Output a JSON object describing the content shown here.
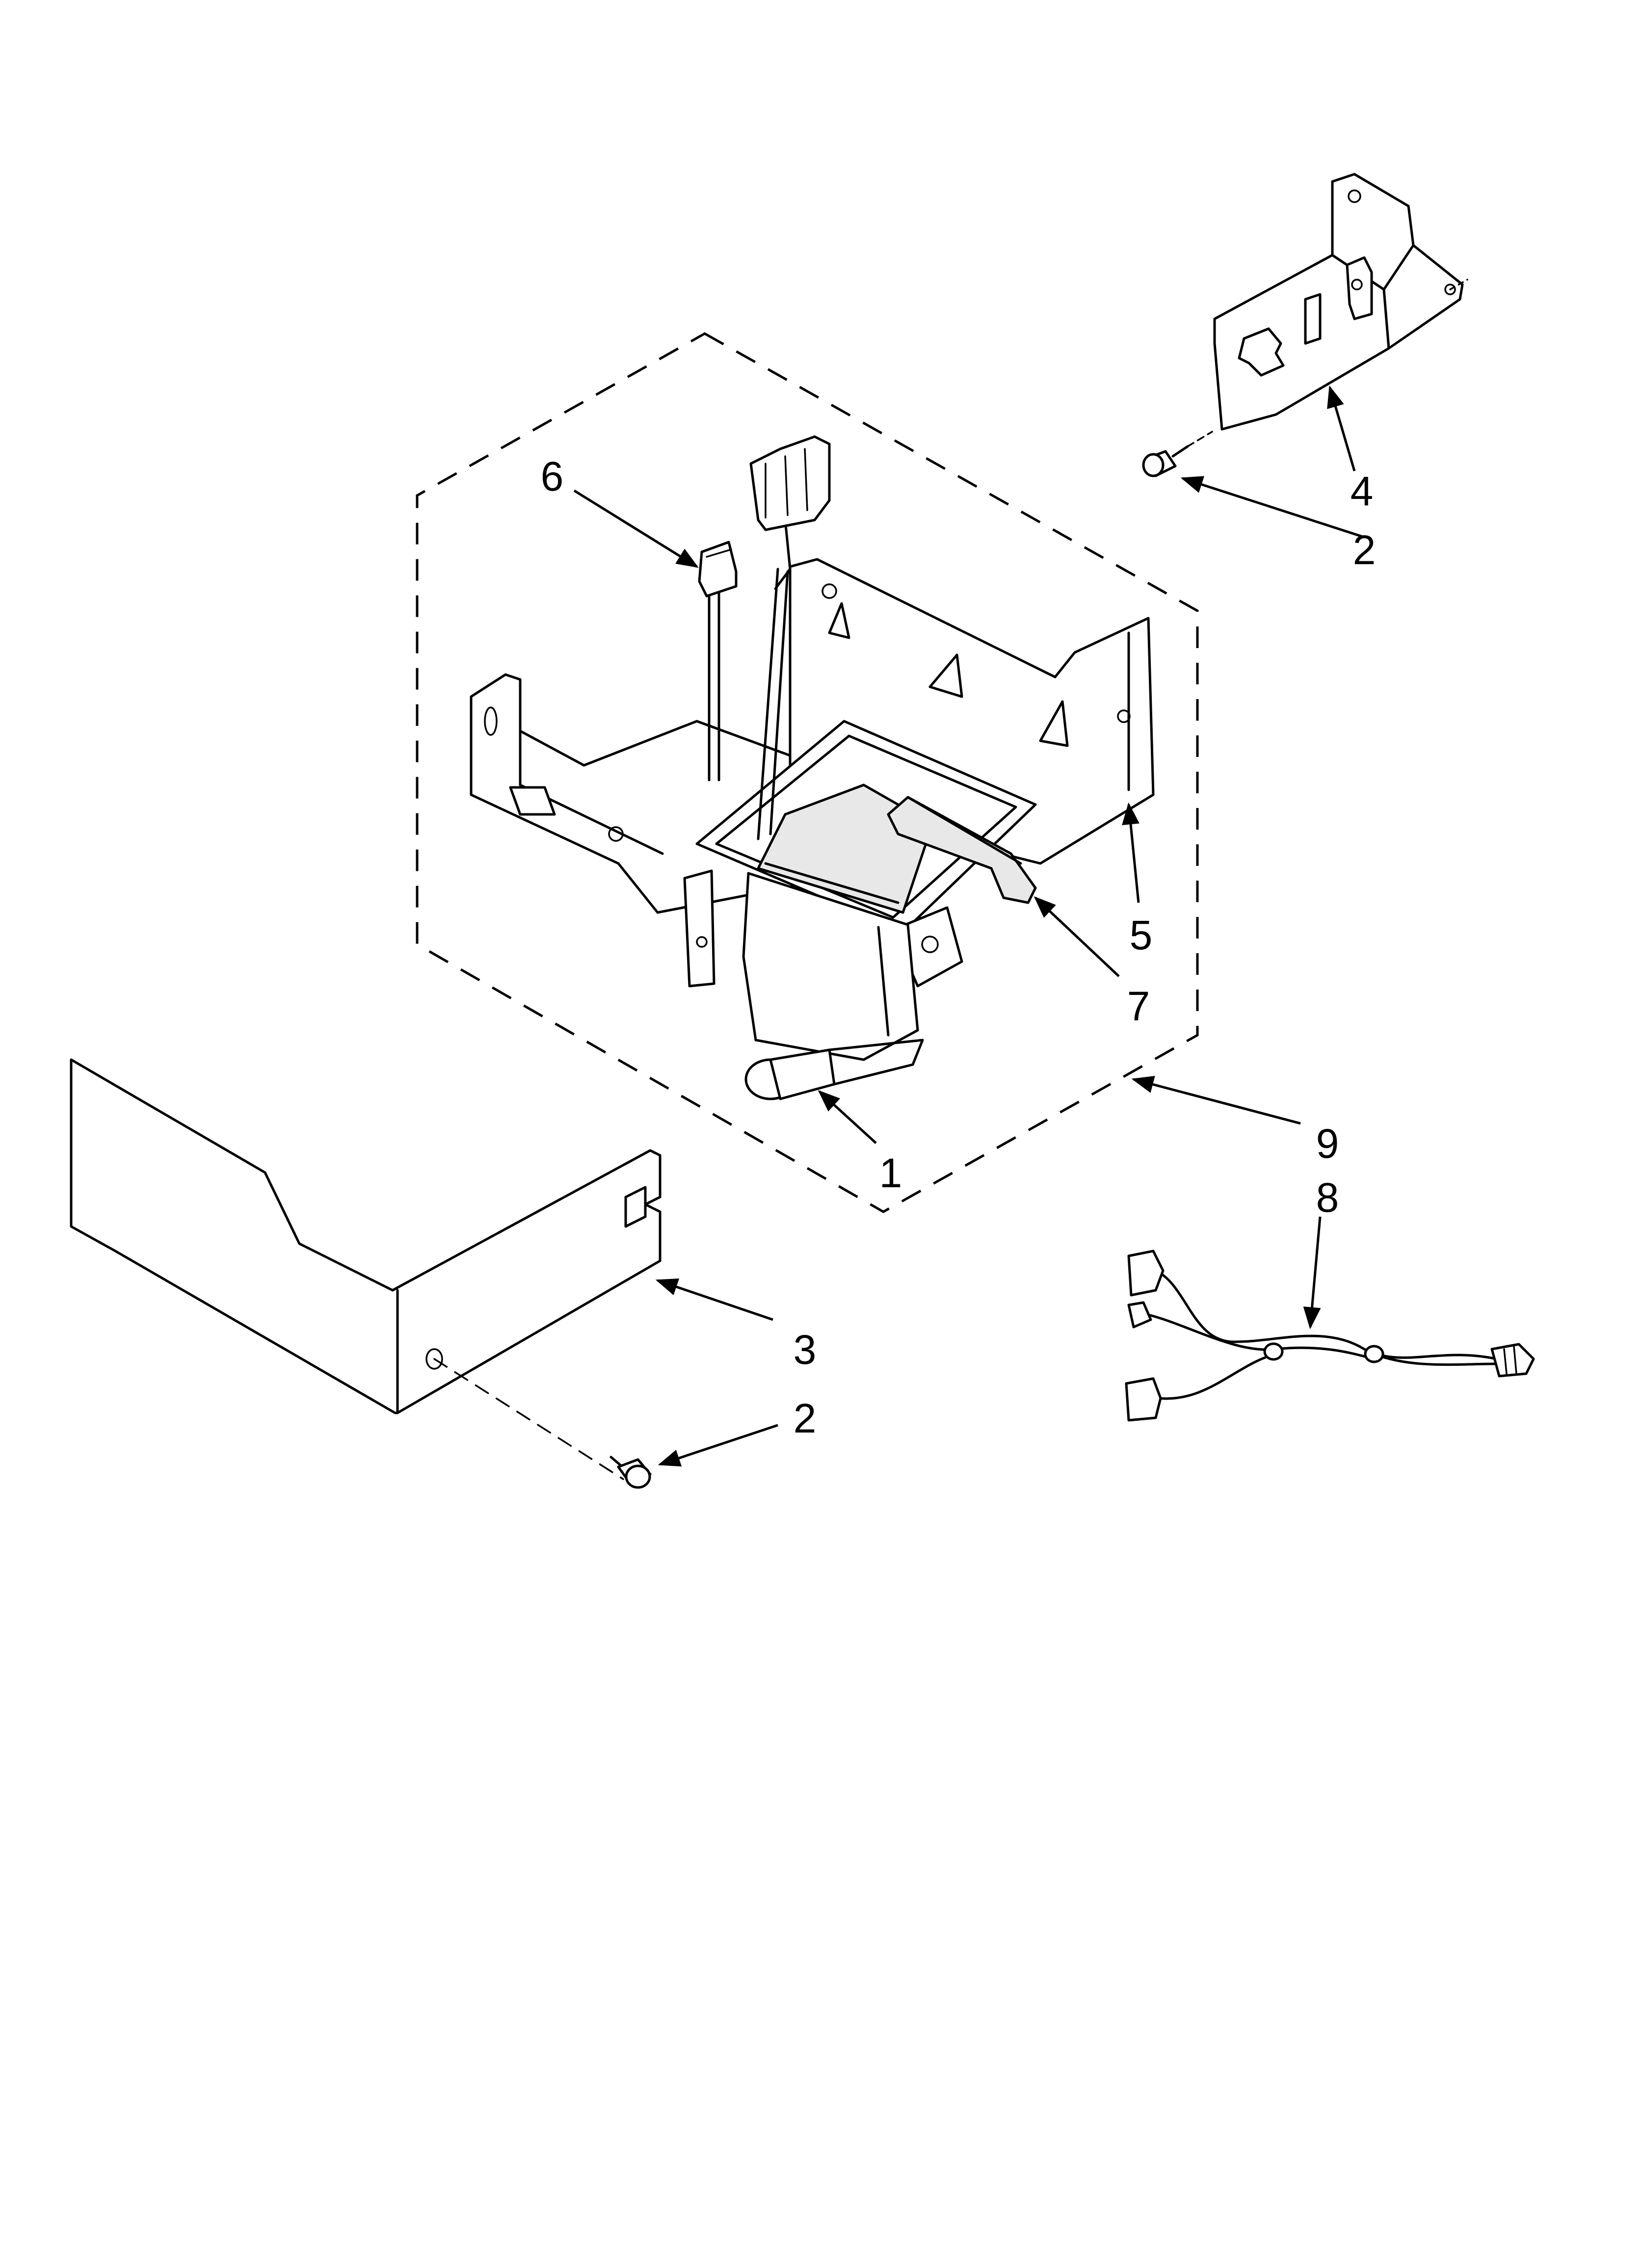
{
  "diagram": {
    "callouts": {
      "c1": "1",
      "c2_top": "2",
      "c2_bottom": "2",
      "c3": "3",
      "c4": "4",
      "c5": "5",
      "c6": "6",
      "c7": "7",
      "c8": "8",
      "c9": "9"
    }
  },
  "colors": {
    "line": "#000000",
    "background": "#ffffff",
    "shade": "#e8e8e8"
  }
}
